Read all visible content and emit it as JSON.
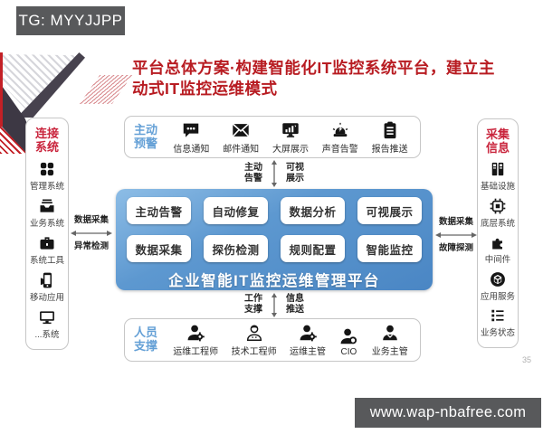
{
  "overlays": {
    "tg_label": "TG: MYYJJPP"
  },
  "title": {
    "line1": "平台总体方案·构建智能化IT监控系统平台，建立主",
    "line2": "动式IT监控运维模式",
    "full": "平台总体方案·构建智能化IT监控系统平台，建立主动式IT监控运维模式"
  },
  "left_panel": {
    "title_line1": "连接",
    "title_line2": "系统",
    "items": [
      {
        "label": "管理系统",
        "icon": "grid-icon"
      },
      {
        "label": "业务系统",
        "icon": "inbox-icon"
      },
      {
        "label": "系统工具",
        "icon": "briefcase-icon"
      },
      {
        "label": "移动应用",
        "icon": "mobile-icon"
      },
      {
        "label": "...系统",
        "icon": "monitor-icon"
      }
    ]
  },
  "right_panel": {
    "title_line1": "采集",
    "title_line2": "信息",
    "items": [
      {
        "label": "基础设施",
        "icon": "server-icon"
      },
      {
        "label": "底层系统",
        "icon": "chip-icon"
      },
      {
        "label": "中间件",
        "icon": "puzzle-icon"
      },
      {
        "label": "应用服务",
        "icon": "cube-icon"
      },
      {
        "label": "业务状态",
        "icon": "list-icon"
      }
    ]
  },
  "top_panel": {
    "title_line1": "主动",
    "title_line2": "预警",
    "items": [
      {
        "label": "信息通知",
        "icon": "chat-icon"
      },
      {
        "label": "邮件通知",
        "icon": "mail-icon"
      },
      {
        "label": "大屏展示",
        "icon": "screen-chart-icon"
      },
      {
        "label": "声音告警",
        "icon": "alarm-icon"
      },
      {
        "label": "报告推送",
        "icon": "report-icon"
      }
    ]
  },
  "bottom_panel": {
    "title_line1": "人员",
    "title_line2": "支撑",
    "items": [
      {
        "label": "运维工程师",
        "icon": "person-gear-icon"
      },
      {
        "label": "技术工程师",
        "icon": "person-outline-icon"
      },
      {
        "label": "运维主管",
        "icon": "person-gear-icon"
      },
      {
        "label": "CIO",
        "icon": "person-ring-icon"
      },
      {
        "label": "业务主管",
        "icon": "person-icon"
      }
    ]
  },
  "platform": {
    "buttons_row1": [
      "主动告警",
      "自动修复",
      "数据分析",
      "可视展示"
    ],
    "buttons_row2": [
      "数据采集",
      "探伤检测",
      "规则配置",
      "智能监控"
    ],
    "caption": "企业智能IT监控运维管理平台"
  },
  "arrows": {
    "left": {
      "top_label": "数据采集",
      "bottom_label": "异常检测"
    },
    "right": {
      "top_label": "数据采集",
      "bottom_label": "故障探测"
    },
    "top": {
      "left_line1": "主动",
      "left_line2": "告警",
      "right_line1": "可视",
      "right_line2": "展示"
    },
    "bottom": {
      "left_line1": "工作",
      "left_line2": "支撑",
      "right_line1": "信息",
      "right_line2": "推送"
    }
  },
  "footer": {
    "watermark": "www.wap-nbafree.com",
    "page_number": "35"
  },
  "colors": {
    "accent_red": "#b81c22",
    "panel_header_red": "#c9243c",
    "panel_header_blue": "#64a0d6",
    "platform_blue_top": "#8dbde6",
    "platform_blue_bottom": "#4a86c4",
    "dark_bar": "#58595b"
  }
}
